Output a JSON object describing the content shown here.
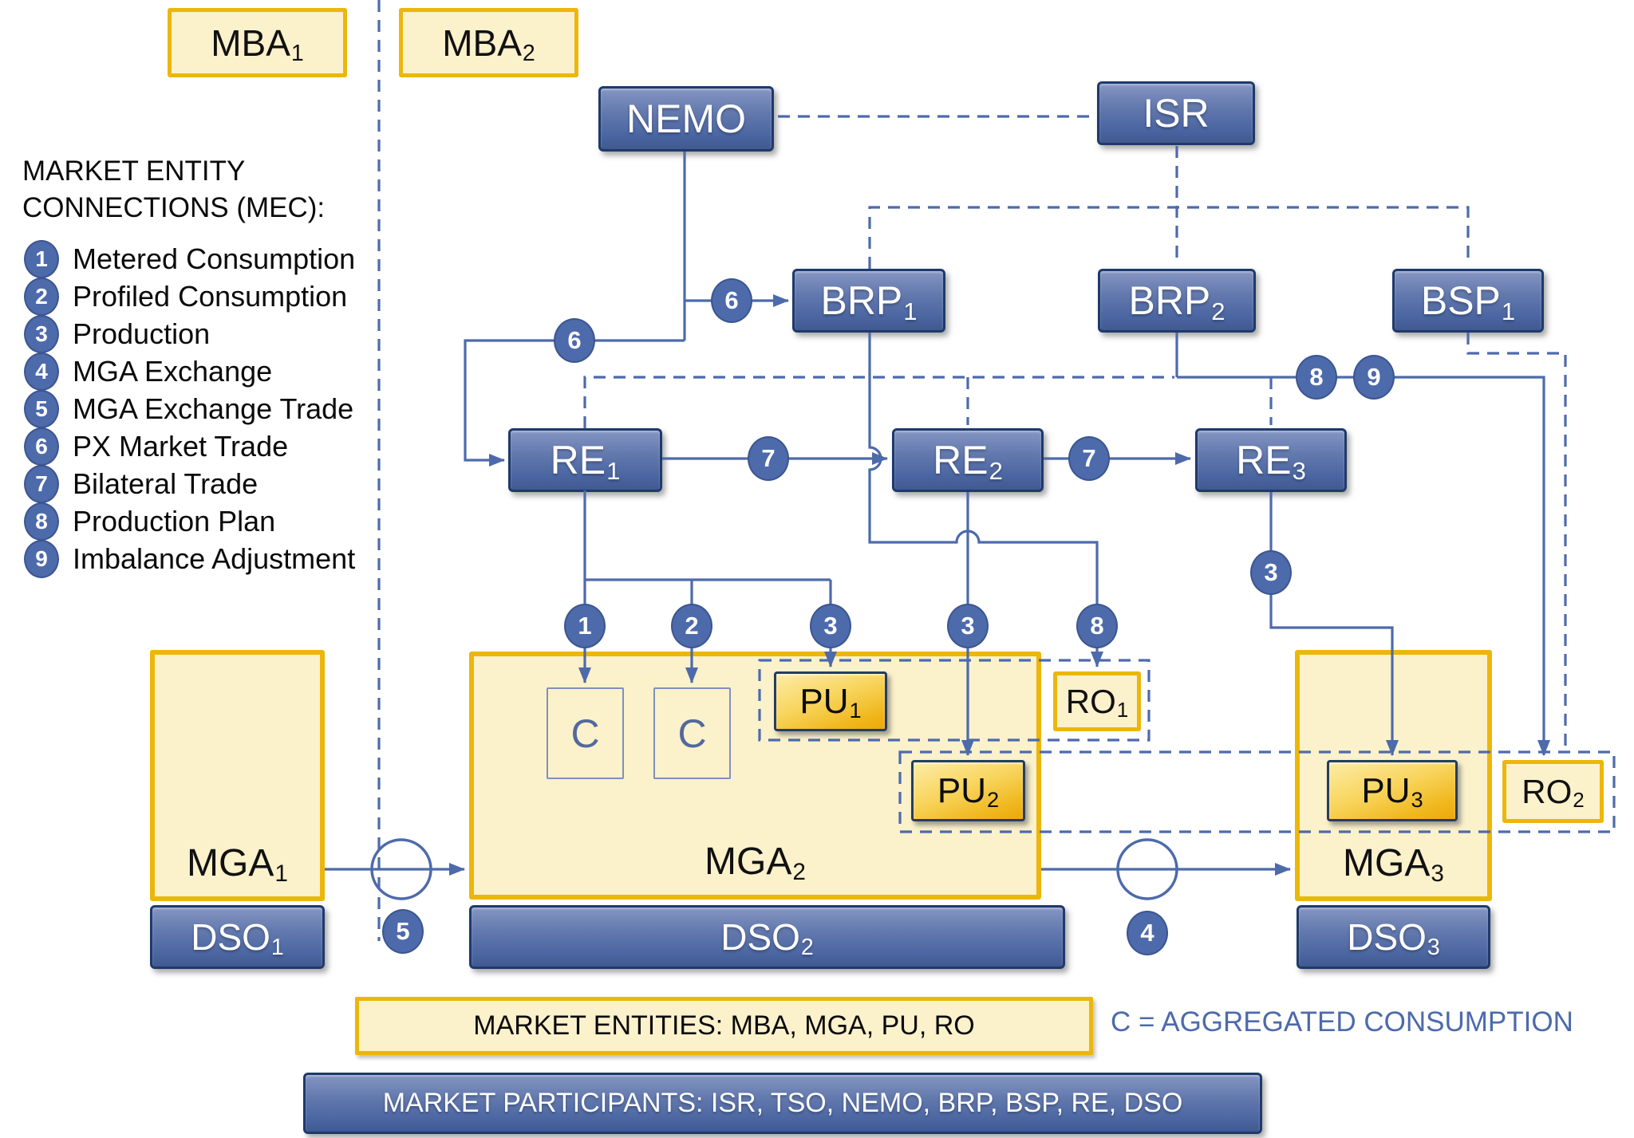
{
  "legend": {
    "title_line1": "MARKET ENTITY",
    "title_line2": "CONNECTIONS (MEC):",
    "items": [
      {
        "num": "1",
        "label": "Metered Consumption"
      },
      {
        "num": "2",
        "label": "Profiled Consumption"
      },
      {
        "num": "3",
        "label": "Production"
      },
      {
        "num": "4",
        "label": "MGA Exchange"
      },
      {
        "num": "5",
        "label": "MGA Exchange Trade"
      },
      {
        "num": "6",
        "label": "PX Market Trade"
      },
      {
        "num": "7",
        "label": "Bilateral Trade"
      },
      {
        "num": "8",
        "label": "Production Plan"
      },
      {
        "num": "9",
        "label": "Imbalance Adjustment"
      }
    ]
  },
  "nodes": {
    "mba1": {
      "label": "MBA",
      "sub": "1"
    },
    "mba2": {
      "label": "MBA",
      "sub": "2"
    },
    "nemo": {
      "label": "NEMO"
    },
    "isr": {
      "label": "ISR"
    },
    "brp1": {
      "label": "BRP",
      "sub": "1"
    },
    "brp2": {
      "label": "BRP",
      "sub": "2"
    },
    "bsp1": {
      "label": "BSP",
      "sub": "1"
    },
    "re1": {
      "label": "RE",
      "sub": "1"
    },
    "re2": {
      "label": "RE",
      "sub": "2"
    },
    "re3": {
      "label": "RE",
      "sub": "3"
    },
    "c1": {
      "label": "C"
    },
    "c2": {
      "label": "C"
    },
    "pu1": {
      "label": "PU",
      "sub": "1"
    },
    "pu2": {
      "label": "PU",
      "sub": "2"
    },
    "pu3": {
      "label": "PU",
      "sub": "3"
    },
    "ro1": {
      "label": "RO",
      "sub": "1"
    },
    "ro2": {
      "label": "RO",
      "sub": "2"
    },
    "mga1": {
      "label": "MGA",
      "sub": "1"
    },
    "mga2": {
      "label": "MGA",
      "sub": "2"
    },
    "mga3": {
      "label": "MGA",
      "sub": "3"
    },
    "dso1": {
      "label": "DSO",
      "sub": "1"
    },
    "dso2": {
      "label": "DSO",
      "sub": "2"
    },
    "dso3": {
      "label": "DSO",
      "sub": "3"
    }
  },
  "footer": {
    "entities": "MARKET ENTITIES: MBA, MGA, PU, RO",
    "participants": "MARKET PARTICIPANTS: ISR, TSO, NEMO, BRP, BSP, RE, DSO",
    "c_note": "C = AGGREGATED CONSUMPTION"
  },
  "colors": {
    "accent_blue": "#4d6aab",
    "box_blue_dark": "#41598f",
    "box_border_navy": "#1e3a6b",
    "gold_border": "#ecb60b",
    "cream_fill": "#fbf1cb",
    "pu_gold": "#eca808"
  }
}
